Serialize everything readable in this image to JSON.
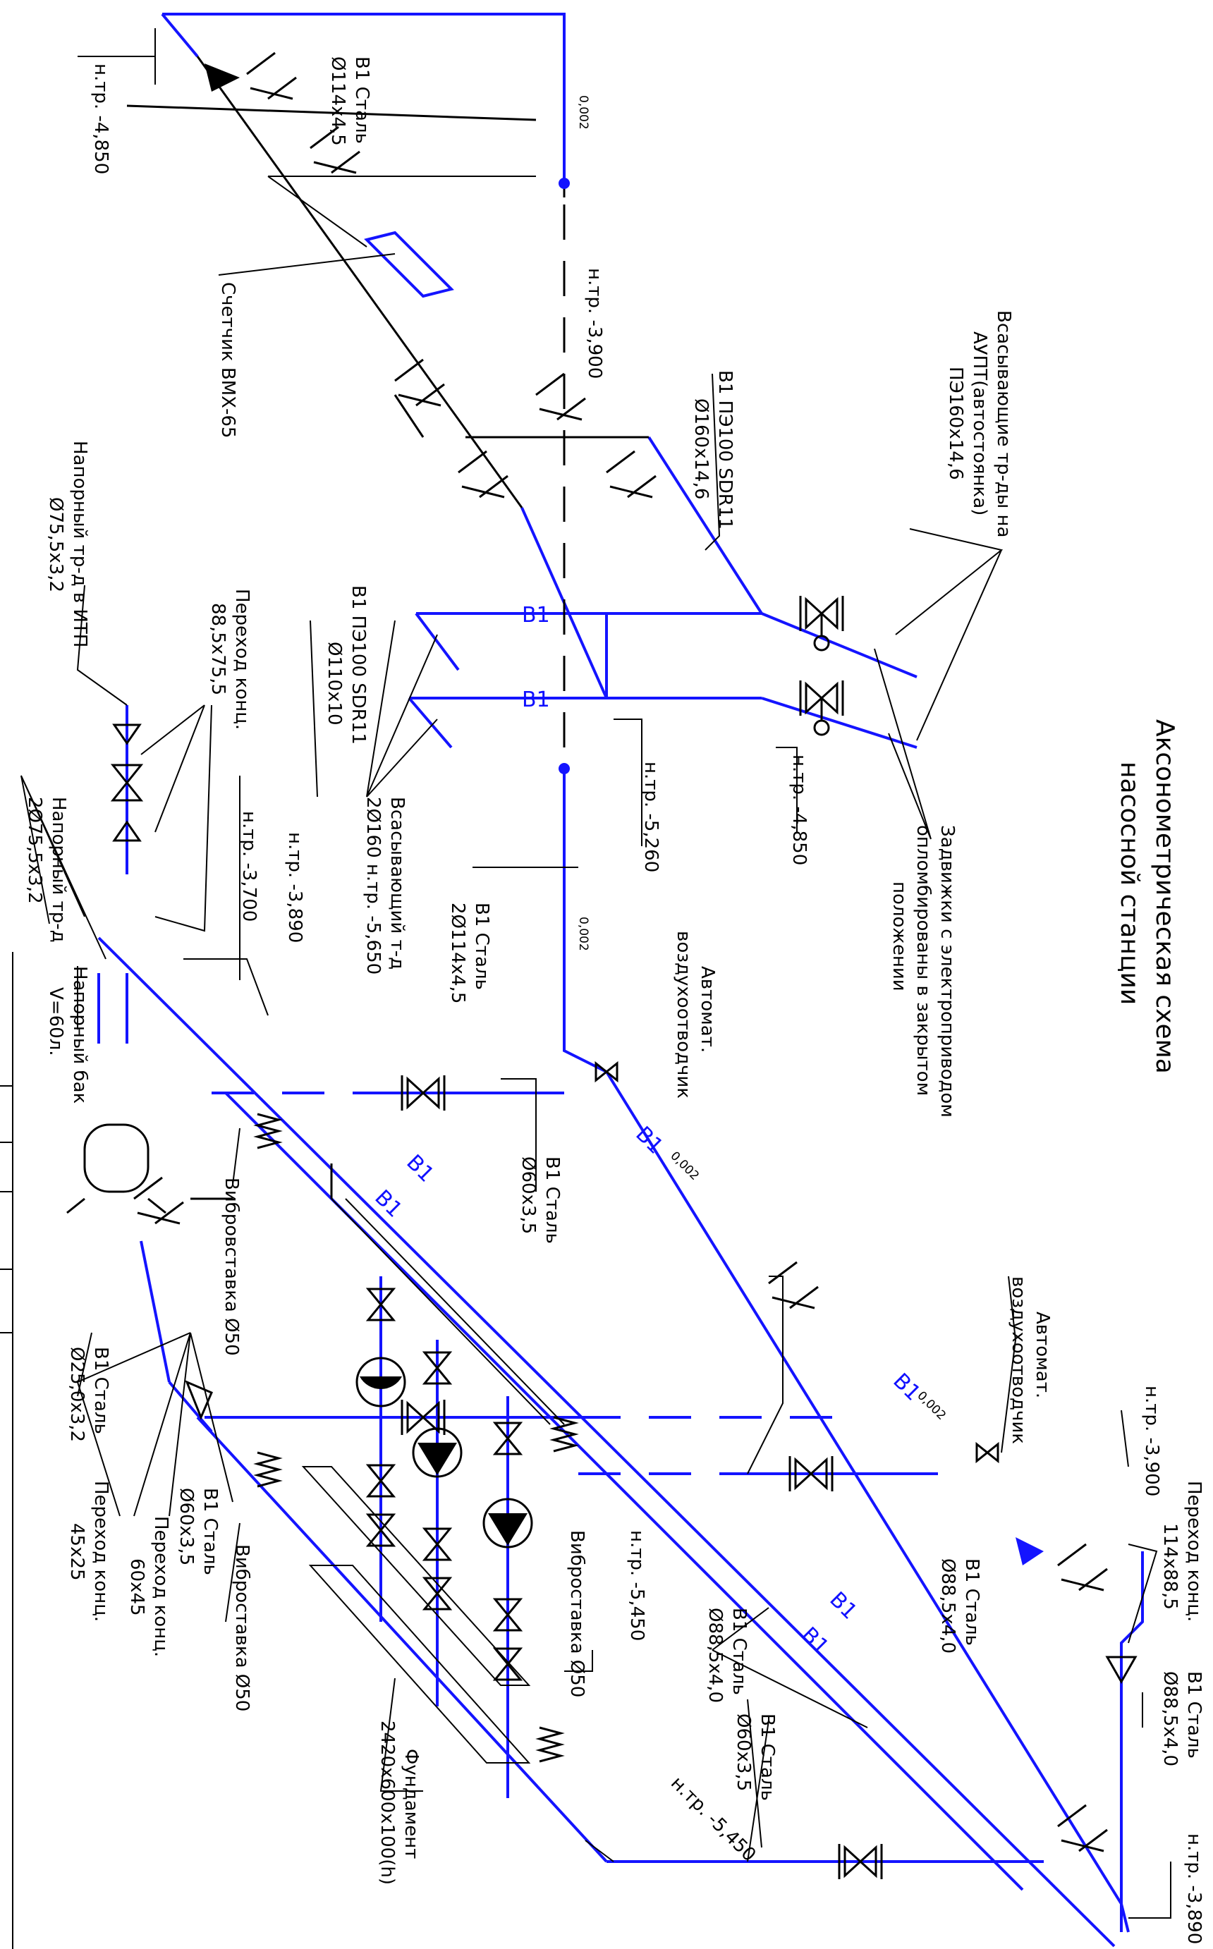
{
  "title": {
    "line1": "Аксонометрическая схема",
    "line2": "насосной станции"
  },
  "labels": {
    "ntr_4850_top": "н.тр. -4,850",
    "v1_steel_114": "В1 Сталь",
    "dim_114": "Ø114x4,5",
    "slope_002_a": "0,002",
    "ntr_3900_a": "н.тр. -3,900",
    "counter_label": "Счетчик ВМХ-65",
    "v1_pe_160": "В1 ПЭ100 SDR11",
    "dim_160": "Ø160x14,6",
    "suction_aupt_1": "Всасывающие тр-ды на",
    "suction_aupt_2": "АУПТ(автостоянка)",
    "suction_aupt_3": "ПЭ160х14,6",
    "v1_pe_110": "В1 ПЭ100 SDR11",
    "dim_110": "Ø110x10",
    "b1_a": "В1",
    "b1_b": "В1",
    "ntr_4850_b": "н.тр. -4,850",
    "valves_1": "Задвижки с электроприводом",
    "valves_2": "опломбированы в закрытом",
    "valves_3": "положении",
    "ntr_5260": "н.тр. -5,260",
    "suction_2_1": "Всасывающий т-д",
    "suction_2_2": "2Ø160 н.тр. -5,650",
    "v1_steel_2x114_1": "В1 Сталь",
    "v1_steel_2x114_2": "2Ø114x4,5",
    "slope_002_b": "0,002",
    "air_vent_a_1": "Автомат.",
    "air_vent_a_2": "воздухоотводчик",
    "perehod_a_1": "Переход конц.",
    "perehod_a_2": "88,5x75,5",
    "press_itp_1": "Напорный тр-д в ИТП",
    "press_itp_2": "Ø75,5x3,2",
    "ntr_3700": "н.тр. -3,700",
    "ntr_3890_a": "н.тр. -3,890",
    "press_2_1": "Напорный тр-д",
    "press_2_2": "2Ø75,5x3,2",
    "tank_1": "Напорный бак",
    "tank_2": "V=60л.",
    "vibro_a": "Вибровставка Ø50",
    "b1_c": "В1",
    "b1_d": "В1",
    "v1_steel_60_a_1": "В1 Сталь",
    "v1_steel_60_a_2": "Ø60x3,5",
    "b1_e": "В1",
    "slope_002_c": "0,002",
    "v1_steel_25_1": "В1 Сталь",
    "v1_steel_25_2": "Ø25,0x3,2",
    "v1_steel_60_b_1": "В1 Сталь",
    "v1_steel_60_b_2": "Ø60x3,5",
    "perehod_b_1": "Переход конц.",
    "perehod_b_2": "60x45",
    "perehod_c_1": "Переход конц.",
    "perehod_c_2": "45x25",
    "vibro_b": "Виброставка Ø50",
    "vibro_c": "Виброставка Ø50",
    "ntr_5450_a": "н.тр. -5,450",
    "v1_steel_885_a_1": "В1 Сталь",
    "v1_steel_885_a_2": "Ø88,5x4,0",
    "v1_steel_885_b_1": "В1 Сталь",
    "v1_steel_885_b_2": "Ø88,5x4,0",
    "foundation_1": "Фундамент",
    "foundation_2": "2420x600x100(h)",
    "b1_f": "В1",
    "b1_g": "В1",
    "b1_h": "В1",
    "v1_steel_60_c_1": "В1 Сталь",
    "v1_steel_60_c_2": "Ø60x3,5",
    "ntr_5450_b": "н.тр. -5,450",
    "air_vent_b_1": "Автомат.",
    "air_vent_b_2": "воздухоотводчик",
    "slope_002_d": "0,002",
    "ntr_3900_b": "н.тр. -3,900",
    "perehod_d_1": "Переход конц.",
    "perehod_d_2": "114x88,5",
    "v1_steel_885_c_1": "В1 Сталь",
    "v1_steel_885_c_2": "Ø88,5x4,0",
    "ntr_3890_b": "н.тр. -3,890"
  },
  "colors": {
    "pipe": "#1414ff",
    "line": "#000000"
  }
}
